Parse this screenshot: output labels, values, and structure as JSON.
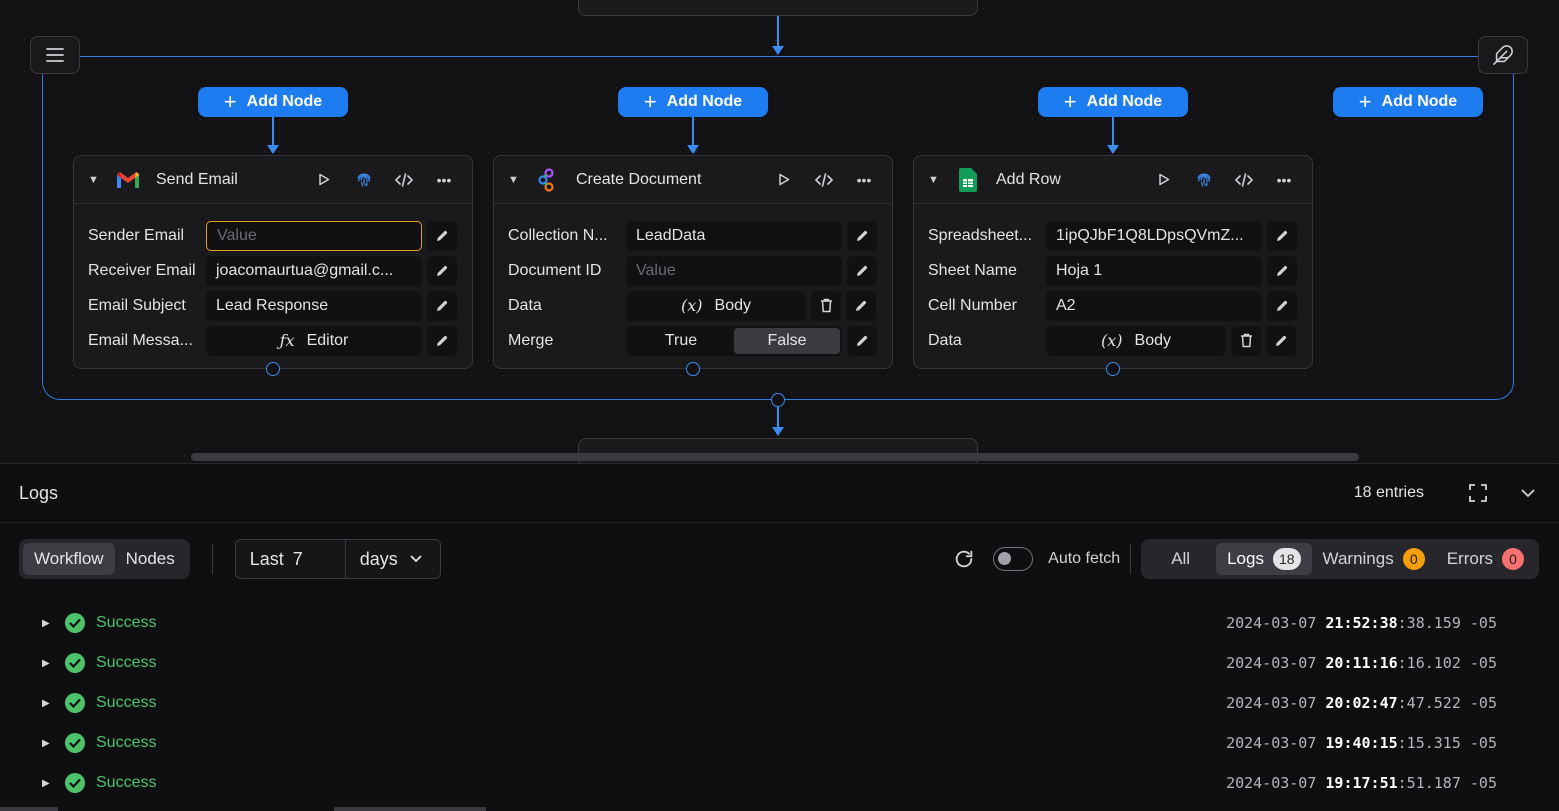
{
  "canvas": {
    "add_node_label": "Add Node",
    "nodes": [
      {
        "title": "Send Email",
        "logo": "gmail-logo",
        "rows": [
          {
            "label": "Sender Email",
            "value": "Value",
            "kind": "placeholder-focused"
          },
          {
            "label": "Receiver Email",
            "value": "joacomaurtua@gmail.c...",
            "kind": "text"
          },
          {
            "label": "Email Subject",
            "value": "Lead Response",
            "kind": "text"
          },
          {
            "label": "Email Messa...",
            "value": "Editor",
            "kind": "function"
          }
        ]
      },
      {
        "title": "Create Document",
        "logo": "document-db-logo",
        "rows": [
          {
            "label": "Collection N...",
            "value": "LeadData",
            "kind": "text"
          },
          {
            "label": "Document ID",
            "value": "Value",
            "kind": "placeholder"
          },
          {
            "label": "Data",
            "value": "Body",
            "kind": "variable"
          },
          {
            "label": "Merge",
            "option_true": "True",
            "option_false": "False",
            "kind": "toggle"
          }
        ]
      },
      {
        "title": "Add Row",
        "logo": "google-sheets-logo",
        "rows": [
          {
            "label": "Spreadsheet...",
            "value": "1ipQJbF1Q8LDpsQVmZ...",
            "kind": "text"
          },
          {
            "label": "Sheet Name",
            "value": "Hoja 1",
            "kind": "text"
          },
          {
            "label": "Cell Number",
            "value": "A2",
            "kind": "text"
          },
          {
            "label": "Data",
            "value": "Body",
            "kind": "variable"
          }
        ]
      }
    ]
  },
  "logs": {
    "title": "Logs",
    "entries": "18 entries",
    "scope_tabs": [
      "Workflow",
      "Nodes"
    ],
    "range_last": "Last",
    "range_value": "7",
    "range_unit": "days",
    "auto_fetch": "Auto fetch",
    "filter_tabs": {
      "all": "All",
      "logs": "Logs",
      "logs_count": "18",
      "warnings": "Warnings",
      "warnings_count": "0",
      "errors": "Errors",
      "errors_count": "0"
    },
    "rows": [
      {
        "status": "Success",
        "date": "2024-03-07",
        "time": "21:52:38",
        "rest": ":38.159 -05"
      },
      {
        "status": "Success",
        "date": "2024-03-07",
        "time": "20:11:16",
        "rest": ":16.102 -05"
      },
      {
        "status": "Success",
        "date": "2024-03-07",
        "time": "20:02:47",
        "rest": ":47.522 -05"
      },
      {
        "status": "Success",
        "date": "2024-03-07",
        "time": "19:40:15",
        "rest": ":15.315 -05"
      },
      {
        "status": "Success",
        "date": "2024-03-07",
        "time": "19:17:51",
        "rest": ":51.187 -05"
      }
    ]
  },
  "colors": {
    "accent": "#1c7cf0",
    "success": "#4cc36a",
    "warning": "#f59e0b",
    "error": "#f87171",
    "focus": "#e39d2a"
  }
}
